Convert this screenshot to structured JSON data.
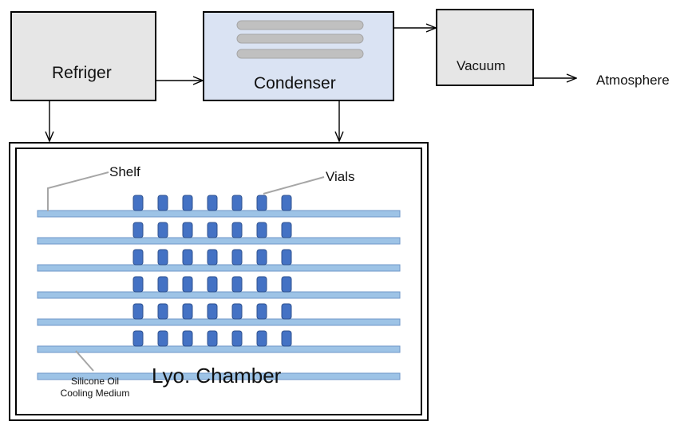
{
  "blocks": {
    "refrigerator": "Refriger",
    "condenser": "Condenser",
    "vacuum": "Vacuum"
  },
  "outlet": "Atmosphere",
  "chamber": {
    "title": "Lyo. Chamber",
    "shelf_callout": "Shelf",
    "vials_callout": "Vials",
    "medium_note_line1": "Silicone Oil",
    "medium_note_line2": "Cooling Medium",
    "shelf_count": 7,
    "vial_rows": 6,
    "vials_per_row": 7
  },
  "colors": {
    "block_fill": "#e6e6e6",
    "condenser_fill": "#dae3f3",
    "shelf_fill": "#9dc3e6",
    "shelf_stroke": "#6f97c8",
    "vial_fill": "#4472c4",
    "vial_stroke": "#2f528f",
    "coil_fill": "#c0c0c0",
    "line": "#000000"
  }
}
